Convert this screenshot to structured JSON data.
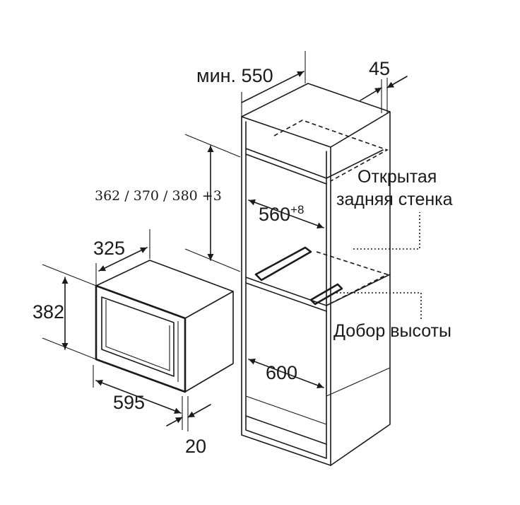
{
  "dimensions": {
    "min_cabinet_depth": "мин. 550",
    "cabinet_top_offset": "45",
    "niche_height": "362 / 370 / 380 +3",
    "niche_width": "560",
    "niche_width_tolerance": "+8",
    "appliance_depth": "325",
    "appliance_height": "382",
    "appliance_width": "595",
    "front_panel_depth": "20",
    "cabinet_width": "600"
  },
  "notes": {
    "open_back_wall_line1": "Открытая",
    "open_back_wall_line2": "задняя стенка",
    "height_filler": "Добор высоты"
  },
  "icons": {
    "arrowheads": "dimension-arrow-icon"
  }
}
